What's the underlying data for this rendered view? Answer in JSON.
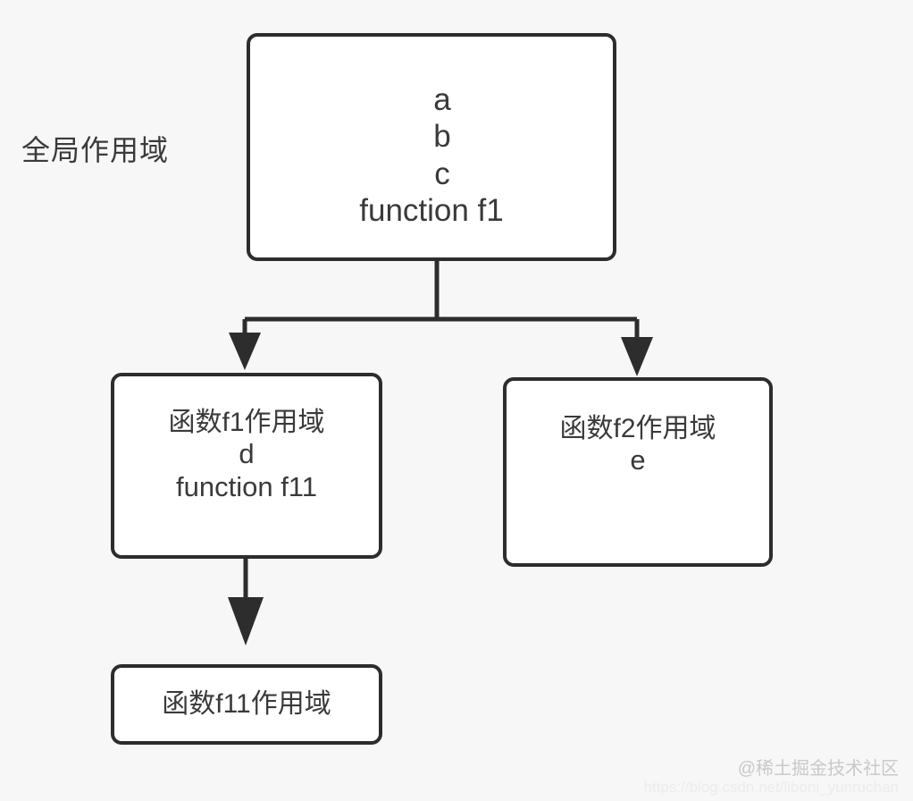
{
  "diagram": {
    "title_label": "全局作用域",
    "nodes": {
      "global": {
        "lines": [
          "a",
          "b",
          "c",
          "function f1"
        ]
      },
      "f1": {
        "lines": [
          "函数f1作用域",
          "d",
          "function f11"
        ]
      },
      "f2": {
        "lines": [
          "函数f2作用域",
          "e"
        ]
      },
      "f11": {
        "lines": [
          "函数f11作用域"
        ]
      }
    },
    "colors": {
      "background": "#f7f7f7",
      "node_fill": "#ffffff",
      "node_border": "#2d2d2d",
      "text": "#3a3a3a",
      "connector": "#2d2d2d"
    }
  },
  "watermark": {
    "handle": "@稀土掘金技术社区",
    "url": "https://blog.csdn.net/liboni_yunruchan"
  }
}
